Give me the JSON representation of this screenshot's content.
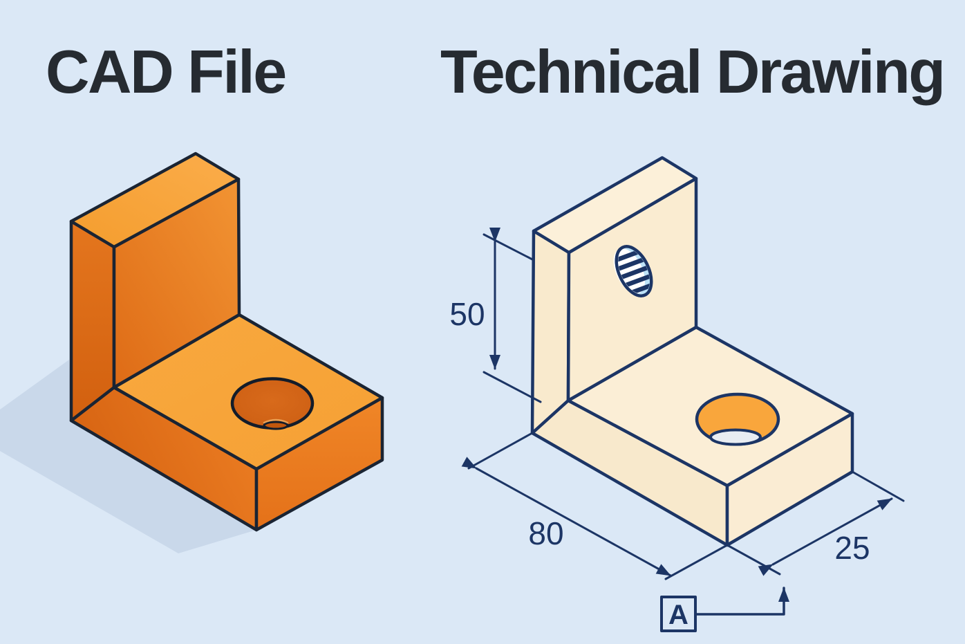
{
  "page": {
    "background_color": "#dbe8f6",
    "title_text_color": "#262b31"
  },
  "left_panel": {
    "title": "CAD File",
    "model_name": "l-bracket-solid-model",
    "colors": {
      "top_face_orange": "#f8a53a",
      "front_face_orange": "#ee8124",
      "side_face_orange": "#d96613",
      "hole_orange": "#d2651a",
      "outline": "#1a2433",
      "shadow": "#c9d8ea"
    }
  },
  "right_panel": {
    "title": "Technical Drawing",
    "model_name": "l-bracket-dimensioned-drawing",
    "dimensions": {
      "height": {
        "value": "50"
      },
      "length": {
        "value": "80"
      },
      "width": {
        "value": "25"
      }
    },
    "datum": {
      "label": "A"
    },
    "colors": {
      "body_cream": "#fbeed4",
      "line_navy": "#1c3565",
      "hole_orange": "#f9a63c",
      "thread_blue": "#bde2f7",
      "hole_bottom_light": "#e9edf2"
    }
  }
}
